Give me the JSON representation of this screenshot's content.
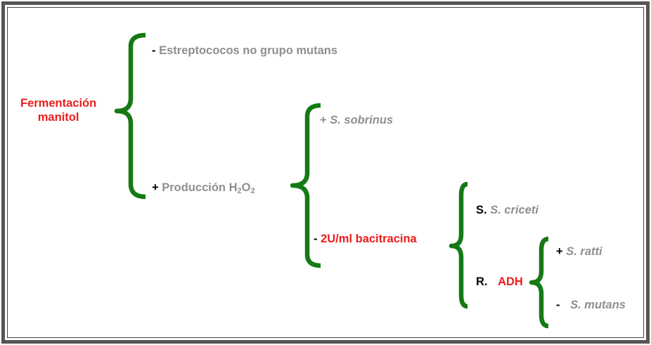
{
  "colors": {
    "accent_red": "#ee1c1c",
    "label_gray": "#8f8f8f",
    "brace_green": "#157a15",
    "border": "#555555"
  },
  "root": {
    "line1": "Fermentación",
    "line2": "manitol"
  },
  "level1": {
    "neg": {
      "sign": "-",
      "text": "Estreptococos no grupo mutans"
    },
    "pos": {
      "sign": "+",
      "text": "Producción H",
      "sub1": "2",
      "mid": "O",
      "sub2": "2"
    }
  },
  "level2": {
    "pos": {
      "sign": "+",
      "text": "S. sobrinus"
    },
    "neg": {
      "sign": "-",
      "text": "2U/ml bacitracina"
    }
  },
  "level3": {
    "s": {
      "prefix": "S.",
      "text": "S. criceti"
    },
    "r": {
      "prefix": "R.",
      "text": "ADH"
    }
  },
  "level4": {
    "pos": {
      "sign": "+",
      "text": "S. ratti"
    },
    "neg": {
      "sign": "-",
      "text": "S. mutans"
    }
  }
}
